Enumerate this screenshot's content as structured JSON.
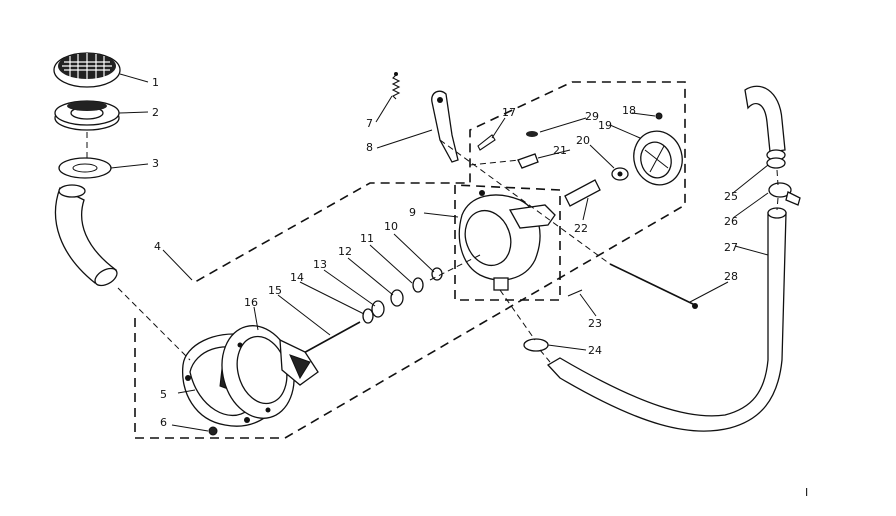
{
  "callouts": [
    "1",
    "2",
    "3",
    "4",
    "5",
    "6",
    "7",
    "8",
    "9",
    "10",
    "11",
    "12",
    "13",
    "14",
    "15",
    "16",
    "17",
    "18",
    "19",
    "20",
    "21",
    "22",
    "23",
    "24",
    "25",
    "26",
    "27",
    "28",
    "29"
  ],
  "stray_mark": "I"
}
